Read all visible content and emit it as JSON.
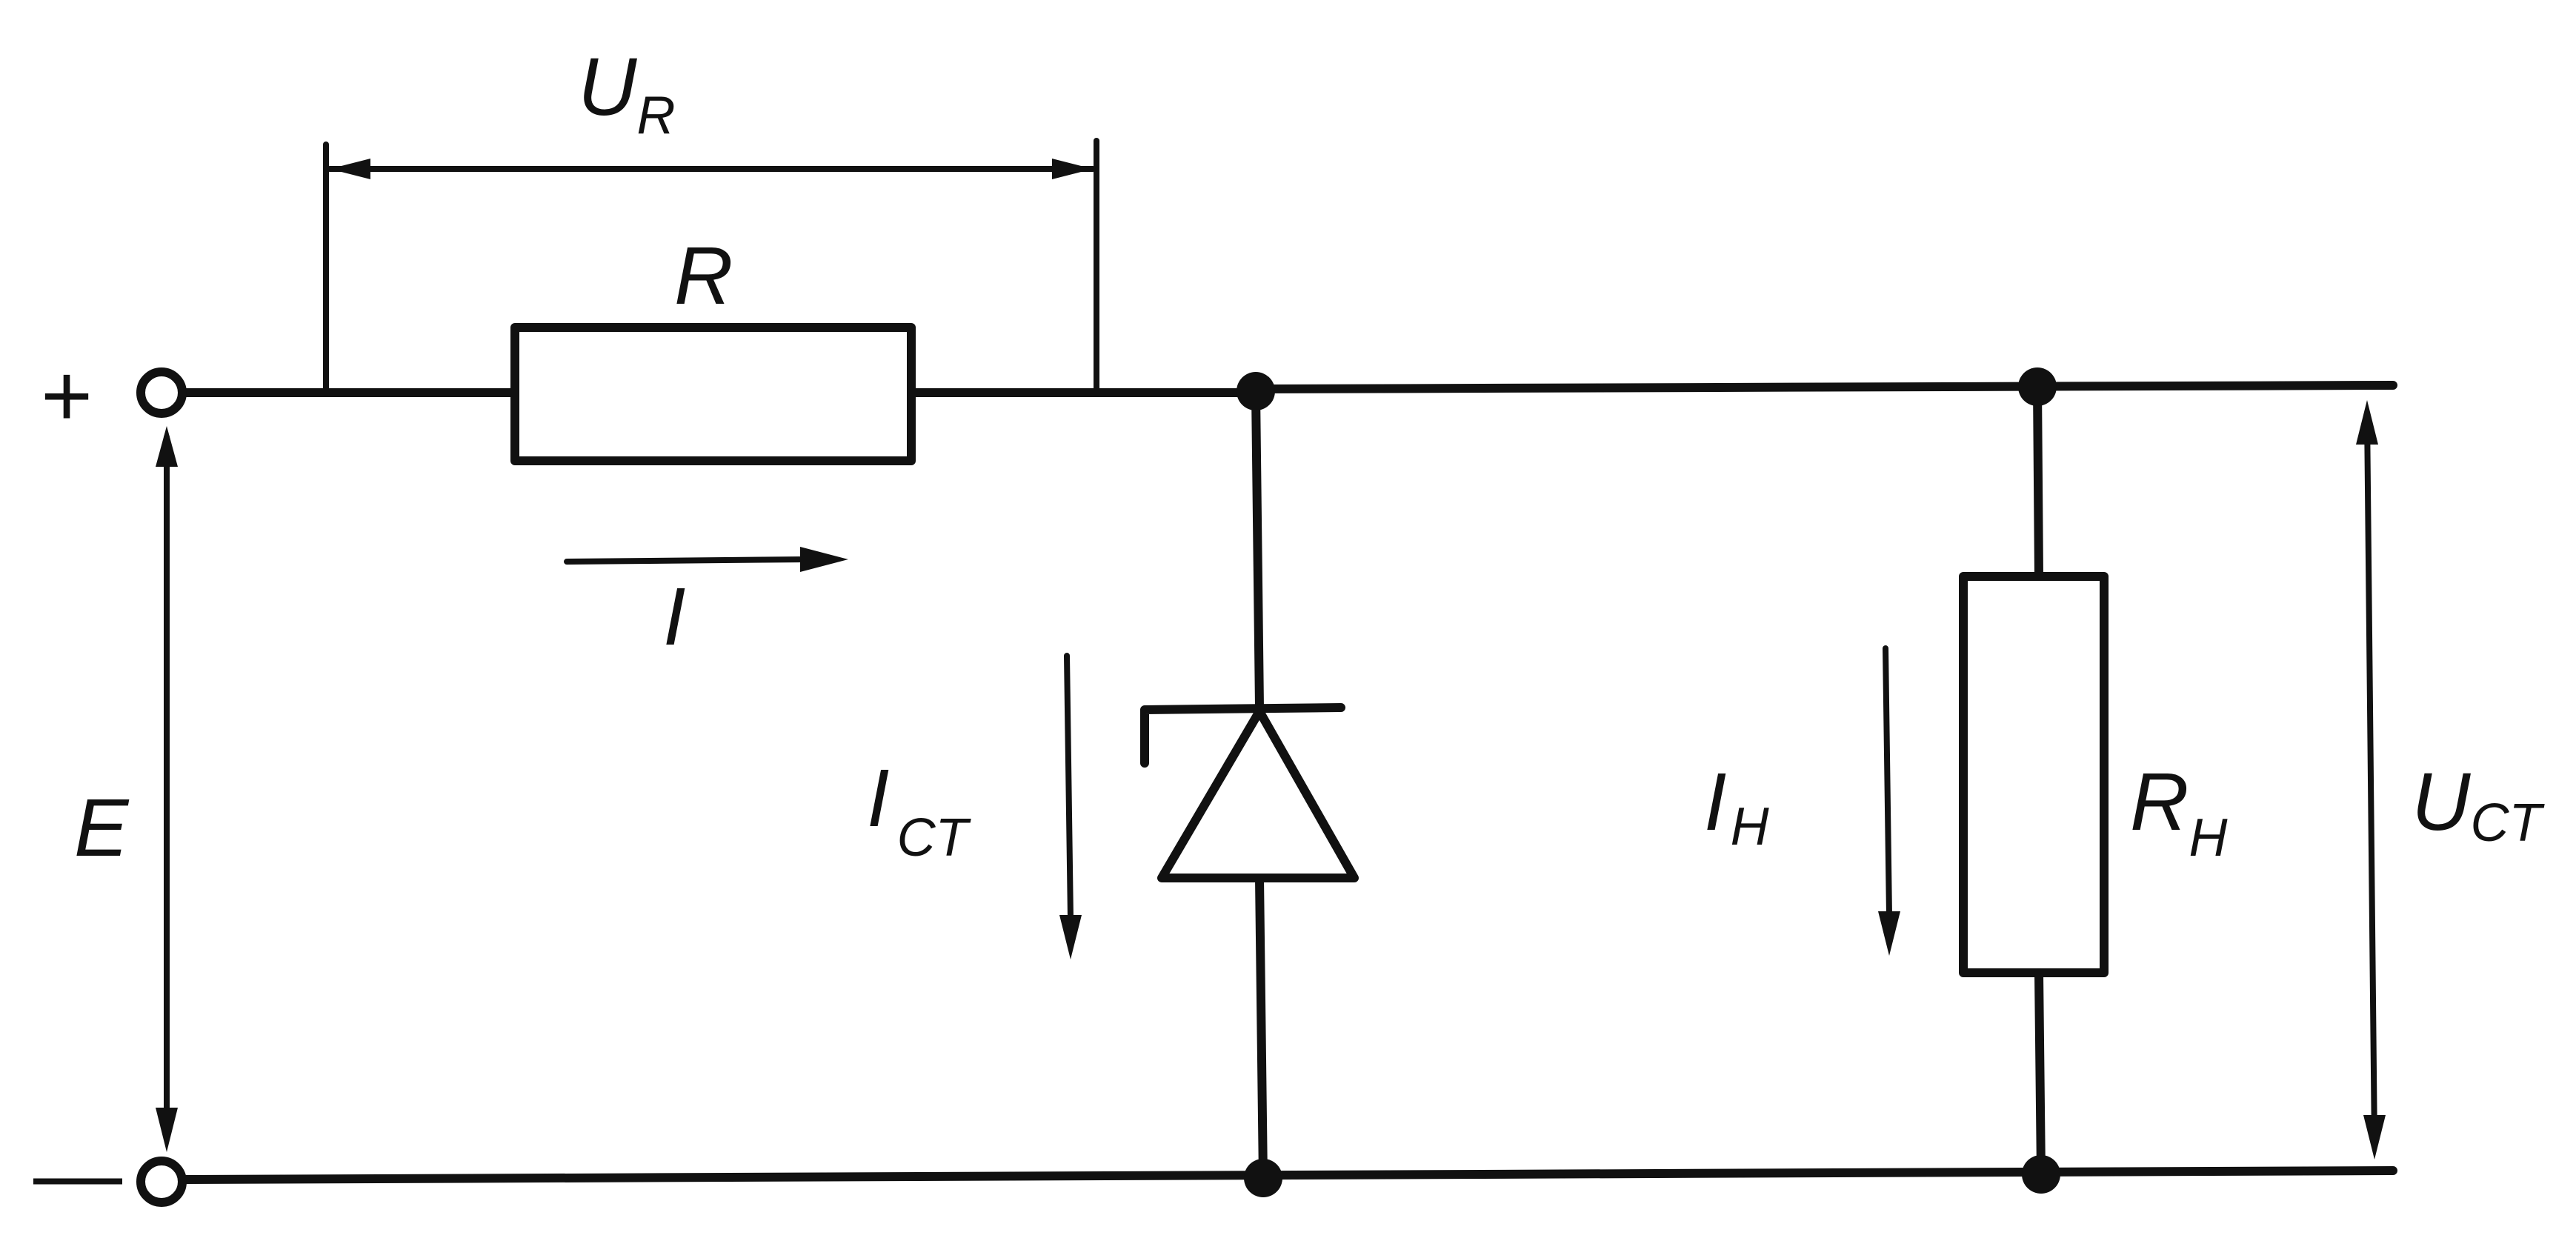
{
  "labels": {
    "plus": "+",
    "minus": "—",
    "ur_main": "U",
    "ur_sub": "R",
    "r": "R",
    "i": "I",
    "e": "E",
    "ict_main": "I",
    "ict_sub": "CT",
    "ih_main": "I",
    "ih_sub": "H",
    "rh_main": "R",
    "rh_sub": "H",
    "uct_main": "U",
    "uct_sub": "CT"
  },
  "colors": {
    "ink": "#111111",
    "background": "#ffffff"
  }
}
